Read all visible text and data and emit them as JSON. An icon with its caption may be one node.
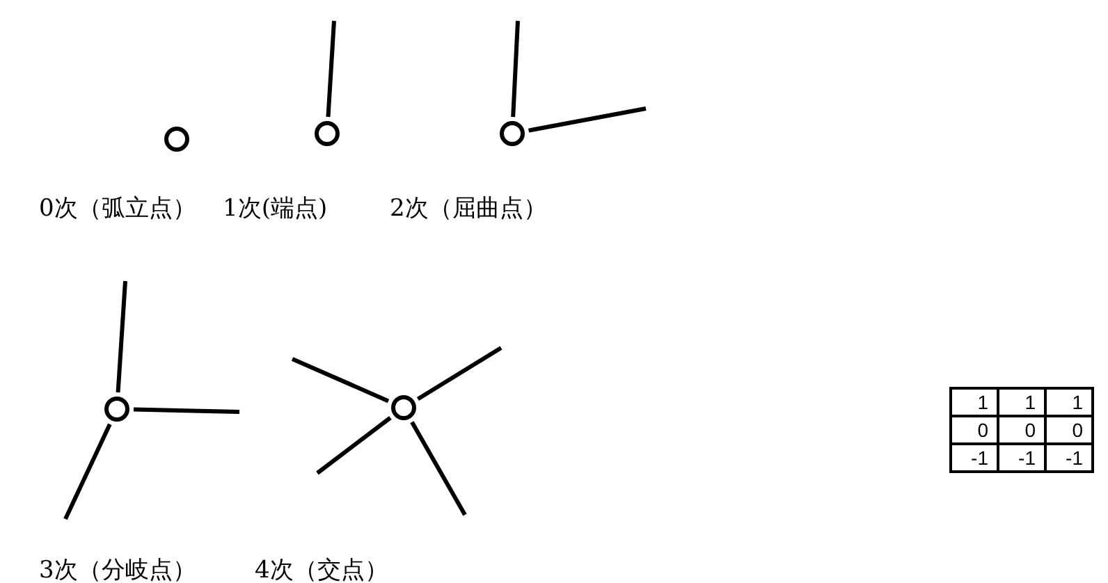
{
  "diagram": {
    "nodes": [
      {
        "text": [],
        "shape": "circle",
        "beside": [
          "0次（弧立点）"
        ]
      },
      {
        "text": [],
        "shape": "circle",
        "beside": [
          "1次(端点)"
        ]
      },
      {
        "text": [],
        "shape": "circle",
        "beside": [
          "2次（屈曲点）"
        ]
      },
      {
        "text": [],
        "shape": "circle"
      },
      {
        "text": [],
        "shape": "circle"
      }
    ],
    "edges": [
      {
        "from": 1,
        "to": null,
        "arrow": "none"
      },
      {
        "from": 2,
        "to": null,
        "arrow": "none"
      },
      {
        "from": 2,
        "to": null,
        "arrow": "none"
      },
      {
        "from": 3,
        "to": null,
        "arrow": "none"
      },
      {
        "from": 3,
        "to": null,
        "arrow": "none"
      },
      {
        "from": 3,
        "to": null,
        "arrow": "none"
      },
      {
        "from": 4,
        "to": null,
        "arrow": "none"
      },
      {
        "from": 4,
        "to": null,
        "arrow": "none"
      },
      {
        "from": 4,
        "to": null,
        "arrow": "none"
      },
      {
        "from": 4,
        "to": null,
        "arrow": "none"
      }
    ],
    "labels": [
      "1",
      "1",
      "1",
      "0",
      "0",
      "0",
      "-1",
      "-1",
      "-1",
      "3次（分岐点）",
      "4次（交点）"
    ]
  }
}
